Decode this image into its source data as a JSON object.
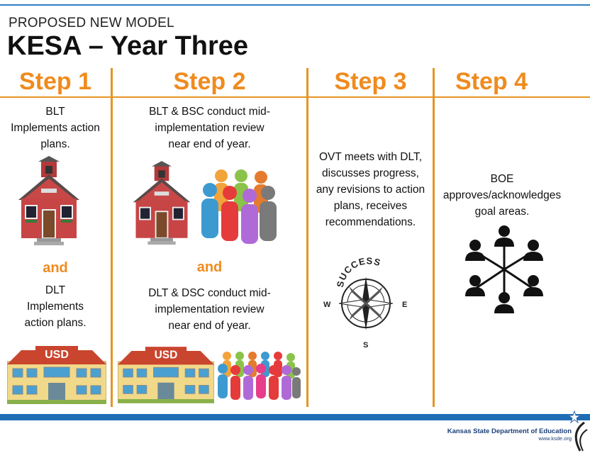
{
  "header": {
    "kicker": "PROPOSED NEW MODEL",
    "title": "KESA – Year Three"
  },
  "steps": [
    {
      "label": "Step 1",
      "text1": [
        "BLT",
        "Implements action",
        "plans."
      ],
      "and": "and",
      "text2": [
        "DLT",
        "Implements",
        "action plans."
      ]
    },
    {
      "label": "Step 2",
      "text1": [
        "BLT & BSC conduct mid-",
        "implementation review",
        "near end of year."
      ],
      "and": "and",
      "text2": [
        "DLT & DSC conduct mid-",
        "implementation review",
        "near end of year."
      ]
    },
    {
      "label": "Step 3",
      "text1": [
        "OVT meets with DLT,",
        "discusses progress,",
        "any revisions to action",
        "plans, receives",
        "recommendations."
      ],
      "compass": {
        "word": "SUCCESS",
        "west": "W",
        "east": "E",
        "south": "S"
      }
    },
    {
      "label": "Step 4",
      "text1": [
        "BOE",
        "approves/acknowledges",
        "goal areas."
      ]
    }
  ],
  "school_sign": "USD",
  "footer": {
    "org": "Kansas State Department of Education",
    "url": "www.ksde.org"
  },
  "colors": {
    "accent": "#ef8b1e",
    "rule": "#1e6db5"
  },
  "icons": [
    "schoolhouse-icon",
    "district-office-icon",
    "people-group-icon",
    "compass-icon",
    "network-people-icon",
    "star-swoosh-logo-icon"
  ]
}
